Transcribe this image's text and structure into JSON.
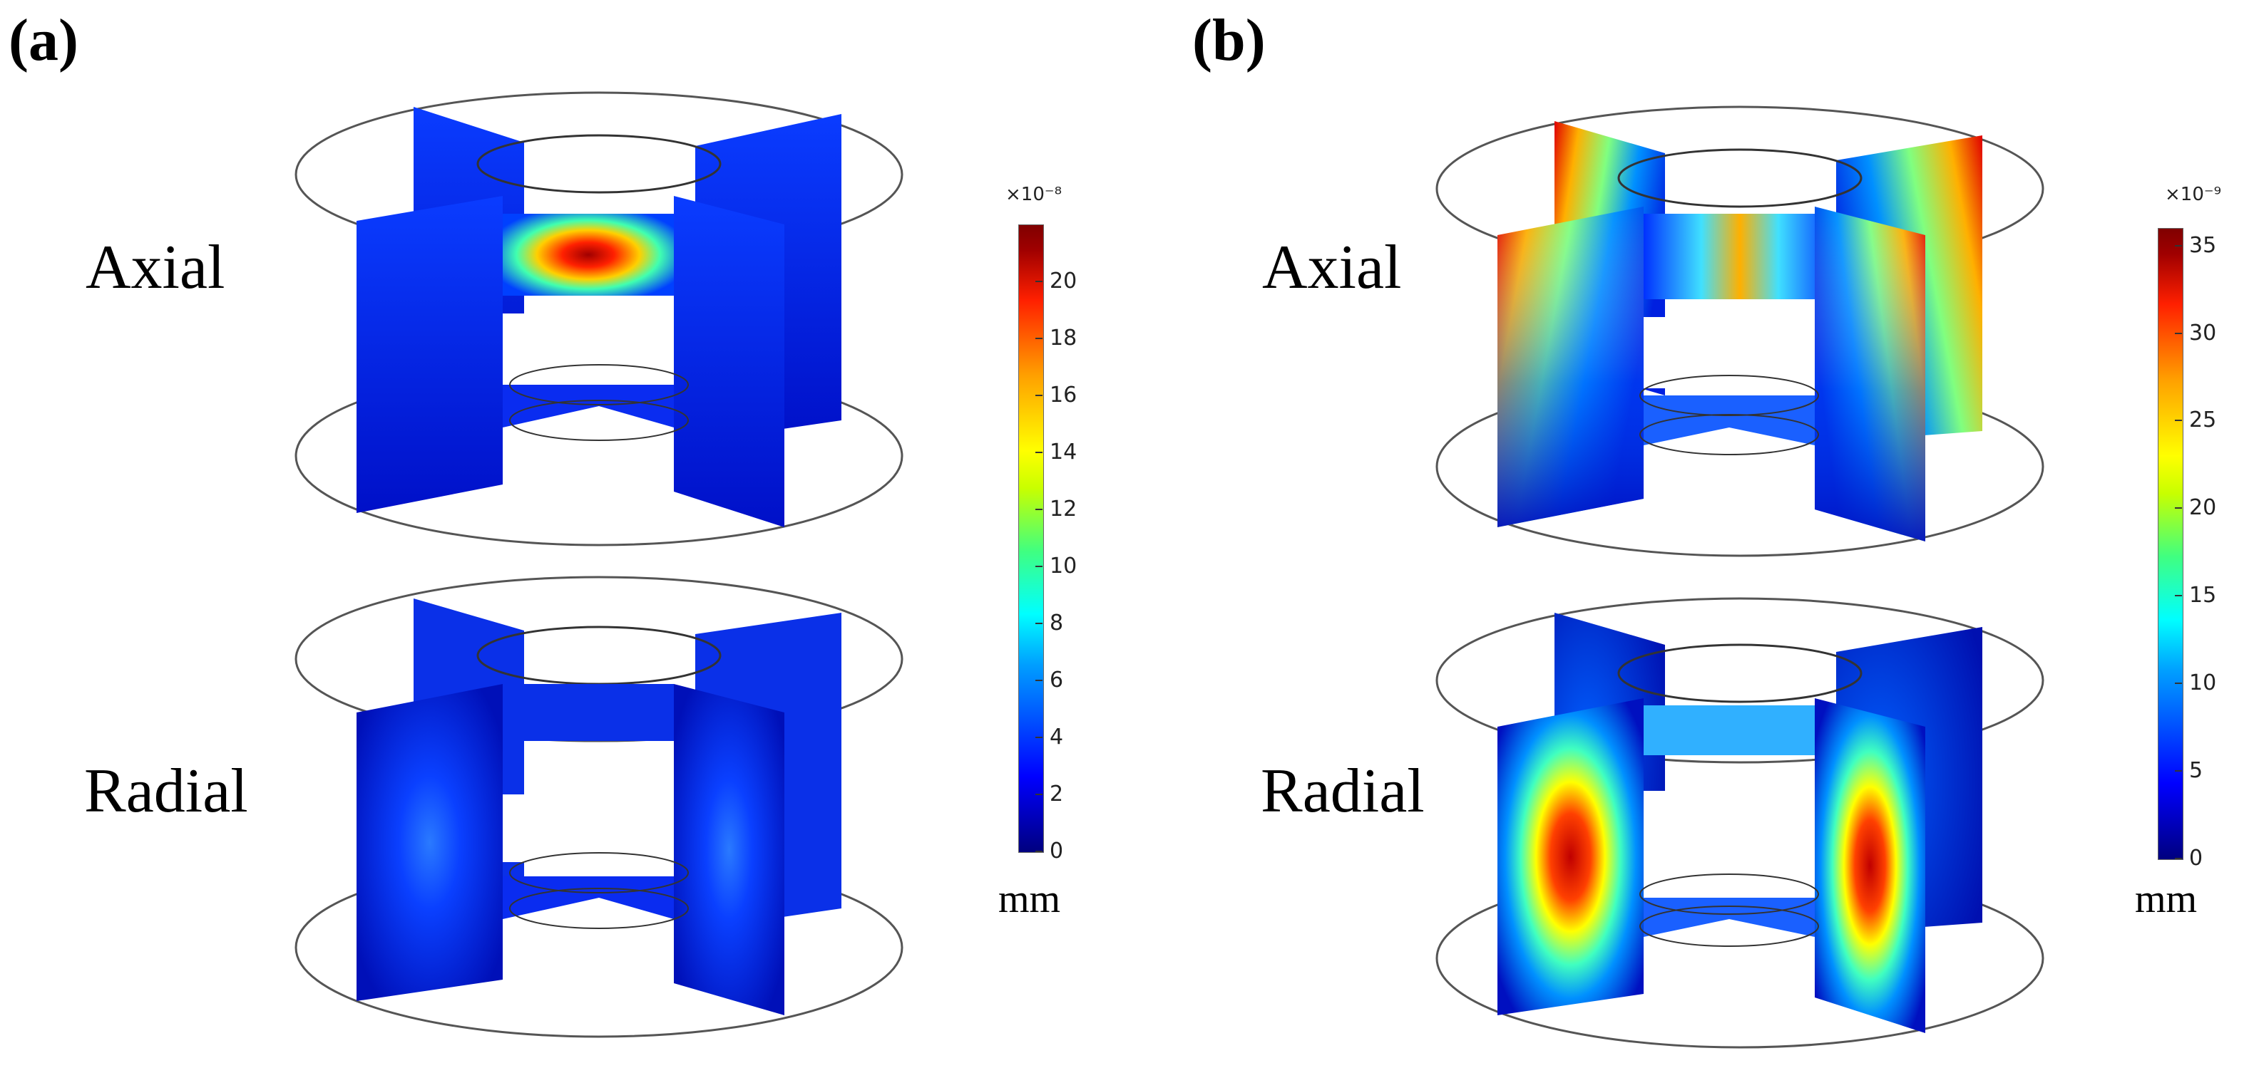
{
  "panels": [
    {
      "label": "(a)",
      "rows": [
        {
          "label": "Axial"
        },
        {
          "label": "Radial"
        }
      ],
      "colorbar": {
        "multiplier": "×10⁻⁸",
        "unit": "mm",
        "ticks": [
          "0",
          "2",
          "4",
          "6",
          "8",
          "10",
          "12",
          "14",
          "16",
          "18",
          "20"
        ],
        "max": 22
      }
    },
    {
      "label": "(b)",
      "rows": [
        {
          "label": "Axial"
        },
        {
          "label": "Radial"
        }
      ],
      "colorbar": {
        "multiplier": "×10⁻⁹",
        "unit": "mm",
        "ticks": [
          "0",
          "5",
          "10",
          "15",
          "20",
          "25",
          "30",
          "35"
        ],
        "max": 36
      }
    }
  ],
  "colors": {
    "jet_dark_red": "#800000",
    "jet_red": "#ff0000",
    "jet_yellow": "#ffff00",
    "jet_cyan": "#00ffff",
    "jet_blue": "#0000ff",
    "jet_dark_blue": "#00007f",
    "outline": "#555555"
  }
}
